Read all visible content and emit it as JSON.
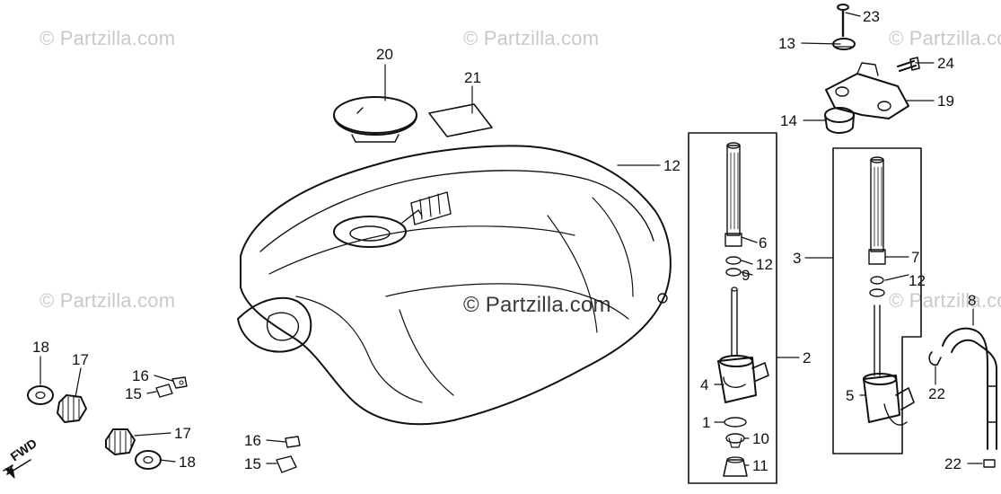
{
  "watermark": {
    "text": "© Partzilla.com"
  },
  "direction_label": "FWD",
  "callouts": {
    "c1": "1",
    "c2": "2",
    "c3": "3",
    "c4": "4",
    "c5": "5",
    "c6": "6",
    "c7": "7",
    "c8": "8",
    "c9": "9",
    "c10": "10",
    "c11": "11",
    "c12a": "12",
    "c12b": "12",
    "c12c": "12",
    "c13": "13",
    "c14": "14",
    "c15a": "15",
    "c15b": "15",
    "c16a": "16",
    "c16b": "16",
    "c17a": "17",
    "c17b": "17",
    "c18a": "18",
    "c18b": "18",
    "c19": "19",
    "c20": "20",
    "c21": "21",
    "c22a": "22",
    "c22b": "22",
    "c23": "23",
    "c24": "24"
  },
  "colors": {
    "line": "#111111",
    "watermark": "#c9c9c9"
  }
}
